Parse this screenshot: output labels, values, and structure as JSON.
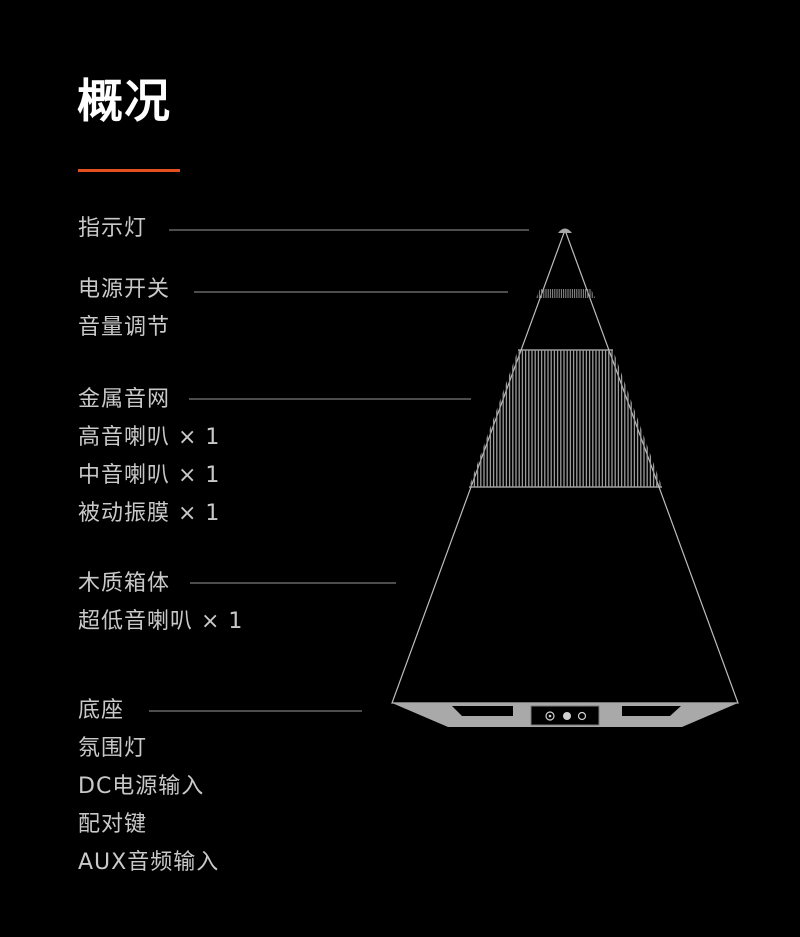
{
  "title": "概况",
  "colors": {
    "background": "#000000",
    "accent": "#e2501f",
    "text": "#c9c9c9",
    "line": "#9a9a9a"
  },
  "groups": [
    {
      "id": "indicator",
      "items": [
        "指示灯"
      ]
    },
    {
      "id": "controls",
      "items": [
        "电源开关",
        "音量调节"
      ]
    },
    {
      "id": "grille",
      "items": [
        "金属音网",
        "高音喇叭 × 1",
        "中音喇叭 × 1",
        "被动振膜 × 1"
      ]
    },
    {
      "id": "cabinet",
      "items": [
        "木质箱体",
        "超低音喇叭 × 1"
      ]
    },
    {
      "id": "base",
      "items": [
        "底座",
        "氛围灯",
        "DC电源输入",
        "配对键",
        "AUX音频输入"
      ]
    }
  ]
}
